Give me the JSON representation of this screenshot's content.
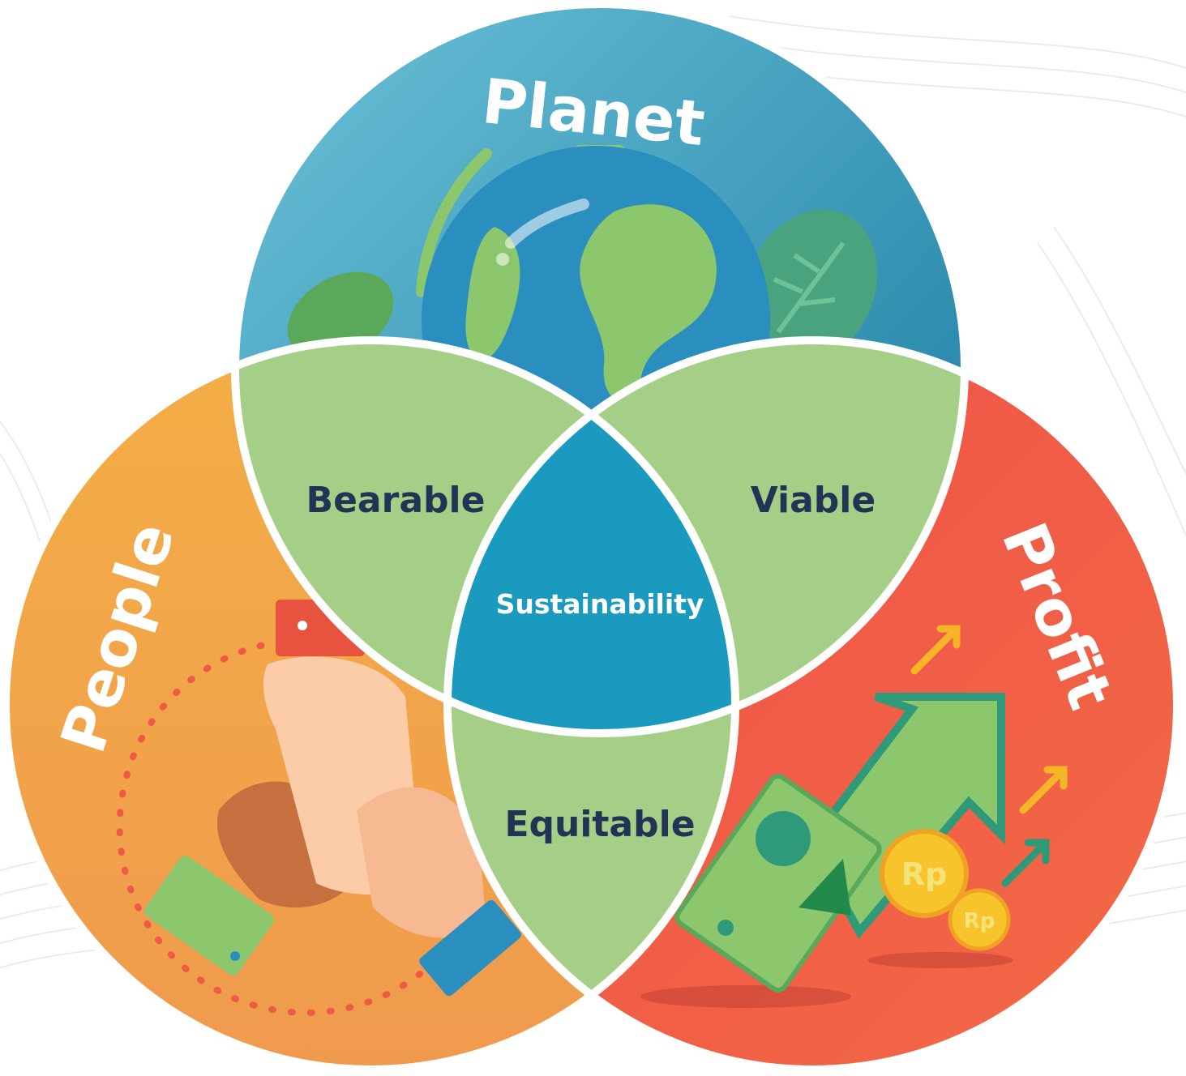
{
  "diagram": {
    "circles": {
      "planet": {
        "label": "Planet",
        "color": "#2e97b8"
      },
      "people": {
        "label": "People",
        "color": "#f0a24a"
      },
      "profit": {
        "label": "Profit",
        "color": "#ef5a47"
      }
    },
    "intersections": {
      "bearable": {
        "label": "Bearable",
        "color": "#a5cf86"
      },
      "viable": {
        "label": "Viable",
        "color": "#a5cf86"
      },
      "equitable": {
        "label": "Equitable",
        "color": "#a5cf86"
      },
      "sustainability": {
        "label": "Sustainability",
        "color": "#1b9abf"
      }
    },
    "icons": {
      "planet": "globe-with-leaves-icon",
      "people": "joined-hands-icon",
      "profit": "money-growth-arrow-icon"
    },
    "coin_label": "Rp",
    "text_color": "#233356",
    "outline_color": "#ffffff"
  }
}
